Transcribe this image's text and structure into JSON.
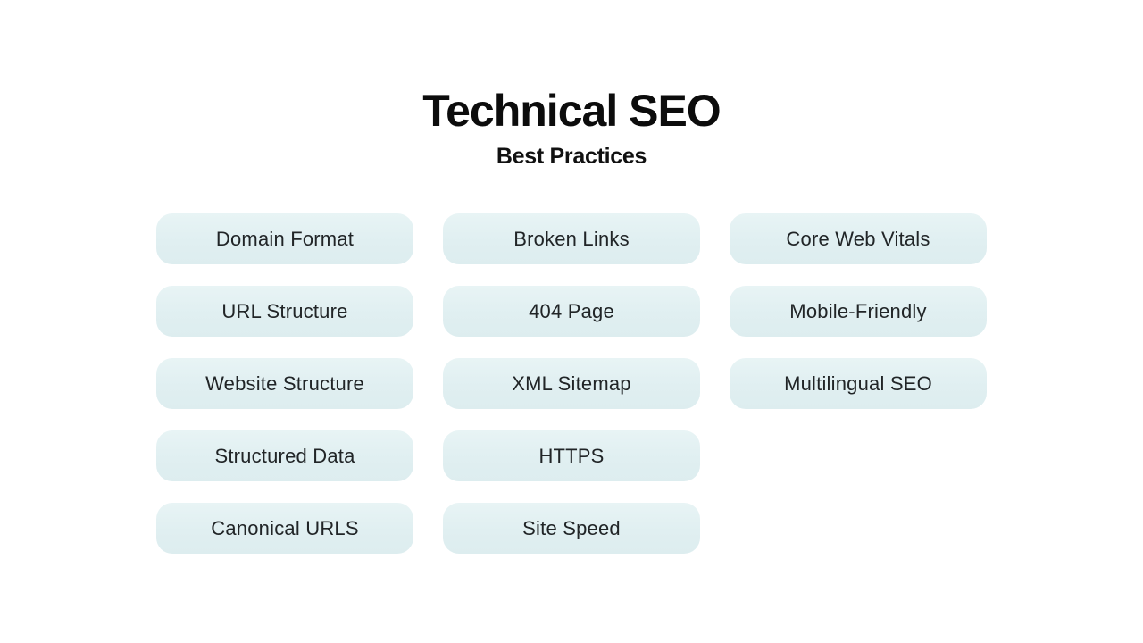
{
  "header": {
    "title": "Technical SEO",
    "subtitle": "Best Practices"
  },
  "colors": {
    "page_background": "#ffffff",
    "pill_background": "#e2f0f2",
    "pill_text": "#212527",
    "title_text": "#0c0c0c"
  },
  "grid": {
    "columns": [
      {
        "items": [
          "Domain Format",
          "URL Structure",
          "Website Structure",
          "Structured Data",
          "Canonical URLS"
        ]
      },
      {
        "items": [
          "Broken Links",
          "404 Page",
          "XML Sitemap",
          "HTTPS",
          "Site Speed"
        ]
      },
      {
        "items": [
          "Core Web Vitals",
          "Mobile-Friendly",
          "Multilingual SEO"
        ]
      }
    ]
  }
}
